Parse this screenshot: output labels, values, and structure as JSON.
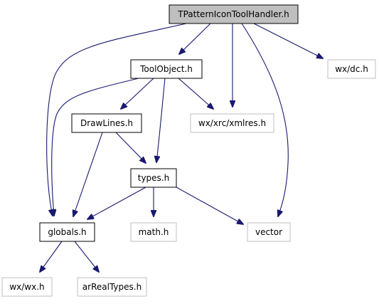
{
  "diagram": {
    "colors": {
      "edge": "#191970",
      "node_border_focus": "#000000",
      "node_fill_focus": "#bfbfbf",
      "node_border_internal": "#000000",
      "node_border_external": "#bfbfbf",
      "node_fill": "#ffffff",
      "text": "#000000"
    },
    "nodes": [
      {
        "id": "tpattern",
        "label": "TPatternIconToolHandler.h",
        "kind": "focus"
      },
      {
        "id": "toolobject",
        "label": "ToolObject.h",
        "kind": "internal"
      },
      {
        "id": "wxdc",
        "label": "wx/dc.h",
        "kind": "external"
      },
      {
        "id": "drawlines",
        "label": "DrawLines.h",
        "kind": "internal"
      },
      {
        "id": "xmlres",
        "label": "wx/xrc/xmlres.h",
        "kind": "external"
      },
      {
        "id": "types",
        "label": "types.h",
        "kind": "internal"
      },
      {
        "id": "globals",
        "label": "globals.h",
        "kind": "internal"
      },
      {
        "id": "math",
        "label": "math.h",
        "kind": "external"
      },
      {
        "id": "vector",
        "label": "vector",
        "kind": "external"
      },
      {
        "id": "wxwx",
        "label": "wx/wx.h",
        "kind": "external"
      },
      {
        "id": "arreal",
        "label": "arRealTypes.h",
        "kind": "external"
      }
    ],
    "edges": [
      {
        "from": "tpattern",
        "to": "toolobject"
      },
      {
        "from": "tpattern",
        "to": "globals"
      },
      {
        "from": "tpattern",
        "to": "xmlres"
      },
      {
        "from": "tpattern",
        "to": "wxdc"
      },
      {
        "from": "tpattern",
        "to": "vector"
      },
      {
        "from": "toolobject",
        "to": "drawlines"
      },
      {
        "from": "toolobject",
        "to": "globals"
      },
      {
        "from": "toolobject",
        "to": "xmlres"
      },
      {
        "from": "toolobject",
        "to": "types"
      },
      {
        "from": "drawlines",
        "to": "globals"
      },
      {
        "from": "drawlines",
        "to": "types"
      },
      {
        "from": "types",
        "to": "globals"
      },
      {
        "from": "types",
        "to": "math"
      },
      {
        "from": "types",
        "to": "vector"
      },
      {
        "from": "globals",
        "to": "wxwx"
      },
      {
        "from": "globals",
        "to": "arreal"
      }
    ]
  }
}
